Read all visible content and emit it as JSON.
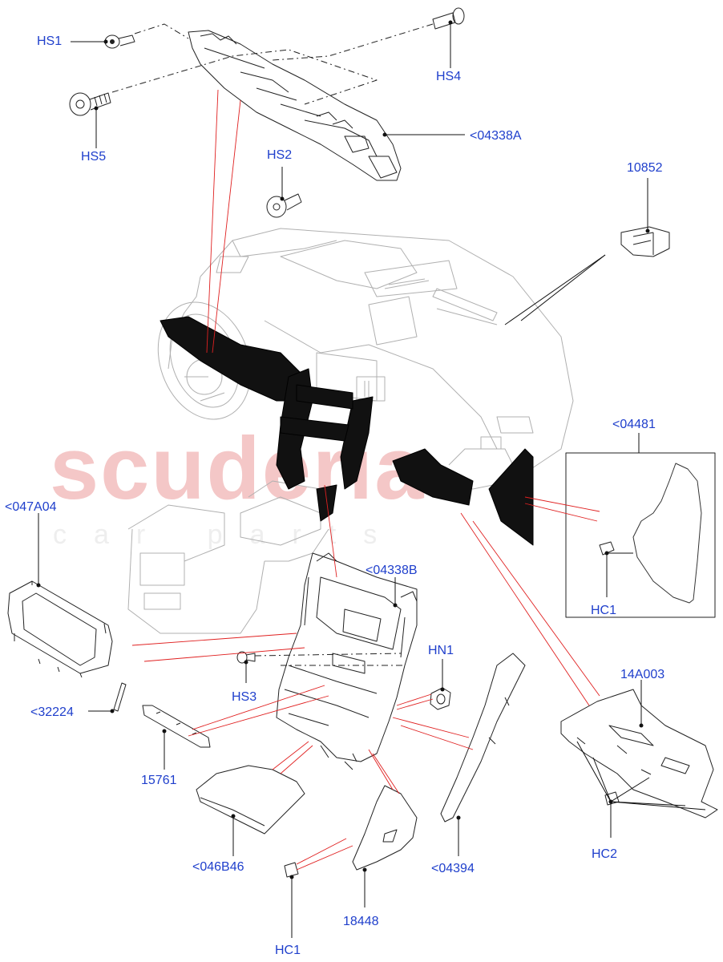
{
  "watermark": {
    "brand": "scuderia",
    "sub": "car parts"
  },
  "callouts": [
    {
      "id": "HS1",
      "text": "HS1"
    },
    {
      "id": "HS4",
      "text": "HS4"
    },
    {
      "id": "HS5",
      "text": "HS5"
    },
    {
      "id": "HS2",
      "text": "HS2"
    },
    {
      "id": "04338A",
      "text": "<04338A"
    },
    {
      "id": "10852",
      "text": "10852"
    },
    {
      "id": "04481",
      "text": "<04481"
    },
    {
      "id": "047A04",
      "text": "<047A04"
    },
    {
      "id": "04338B",
      "text": "<04338B"
    },
    {
      "id": "HN1",
      "text": "HN1"
    },
    {
      "id": "HS3",
      "text": "HS3"
    },
    {
      "id": "HC1_right",
      "text": "HC1"
    },
    {
      "id": "14A003",
      "text": "14A003"
    },
    {
      "id": "32224",
      "text": "<32224"
    },
    {
      "id": "15761",
      "text": "15761"
    },
    {
      "id": "046B46",
      "text": "<046B46"
    },
    {
      "id": "04394",
      "text": "<04394"
    },
    {
      "id": "HC2",
      "text": "HC2"
    },
    {
      "id": "18448",
      "text": "18448"
    },
    {
      "id": "HC1_bottom",
      "text": "HC1"
    }
  ]
}
